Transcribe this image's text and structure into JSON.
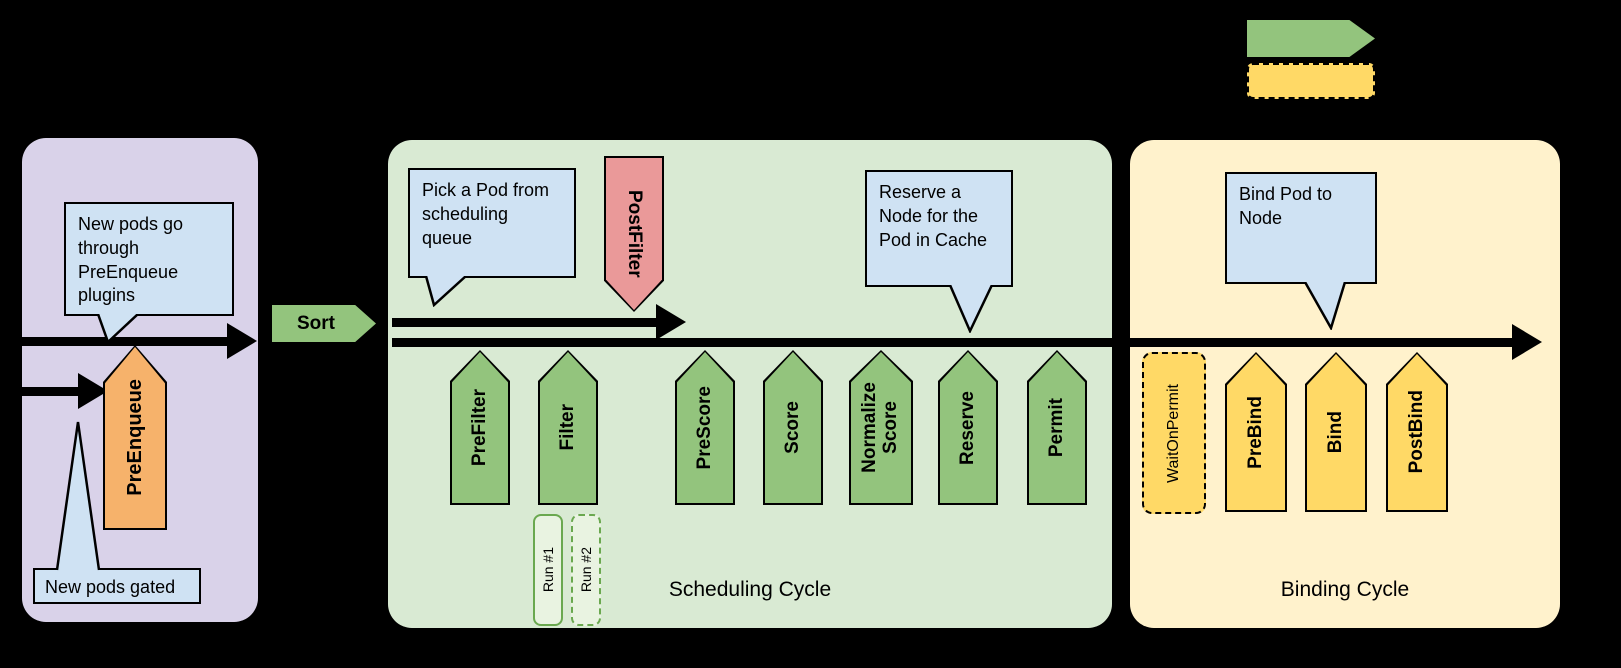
{
  "colors": {
    "background": "#000000",
    "panel_purple": "#d9d2e9",
    "panel_green": "#d9ead3",
    "panel_yellow": "#fff2cc",
    "arrow_green": "#93c47d",
    "arrow_orange": "#f6b26b",
    "arrow_red": "#ea9999",
    "arrow_yellow": "#ffd966",
    "bubble_blue": "#cfe2f3",
    "flow_arrow": "#000000"
  },
  "legend": {
    "extension_point_arrow_color": "#93c47d",
    "internal_dashed_box_color": "#ffd966"
  },
  "queue_section": {
    "bubble_top": "New pods go\nthrough\nPreEnqueue\nplugins",
    "pre_enqueue_label": "PreEnqueue",
    "bubble_bottom": "New pods gated"
  },
  "sort": {
    "label": "Sort"
  },
  "scheduling_cycle": {
    "title": "Scheduling Cycle",
    "bubble_pick": "Pick a Pod from\nscheduling\nqueue",
    "bubble_reserve": "Reserve a\nNode for the\nPod in Cache",
    "post_filter_label": "PostFilter",
    "extension_points": [
      {
        "label": "PreFilter"
      },
      {
        "label": "Filter"
      },
      {
        "label": "PreScore"
      },
      {
        "label": "Score"
      },
      {
        "label": "Normalize\nScore"
      },
      {
        "label": "Reserve"
      },
      {
        "label": "Permit"
      }
    ],
    "filter_runs": [
      {
        "label": "Run #1",
        "border": "solid"
      },
      {
        "label": "Run #2",
        "border": "dashed"
      }
    ]
  },
  "binding_cycle": {
    "title": "Binding Cycle",
    "bubble_bind": "Bind Pod to\nNode",
    "wait_on_permit_label": "WaitOnPermit",
    "extension_points": [
      {
        "label": "PreBind"
      },
      {
        "label": "Bind"
      },
      {
        "label": "PostBind"
      }
    ]
  }
}
